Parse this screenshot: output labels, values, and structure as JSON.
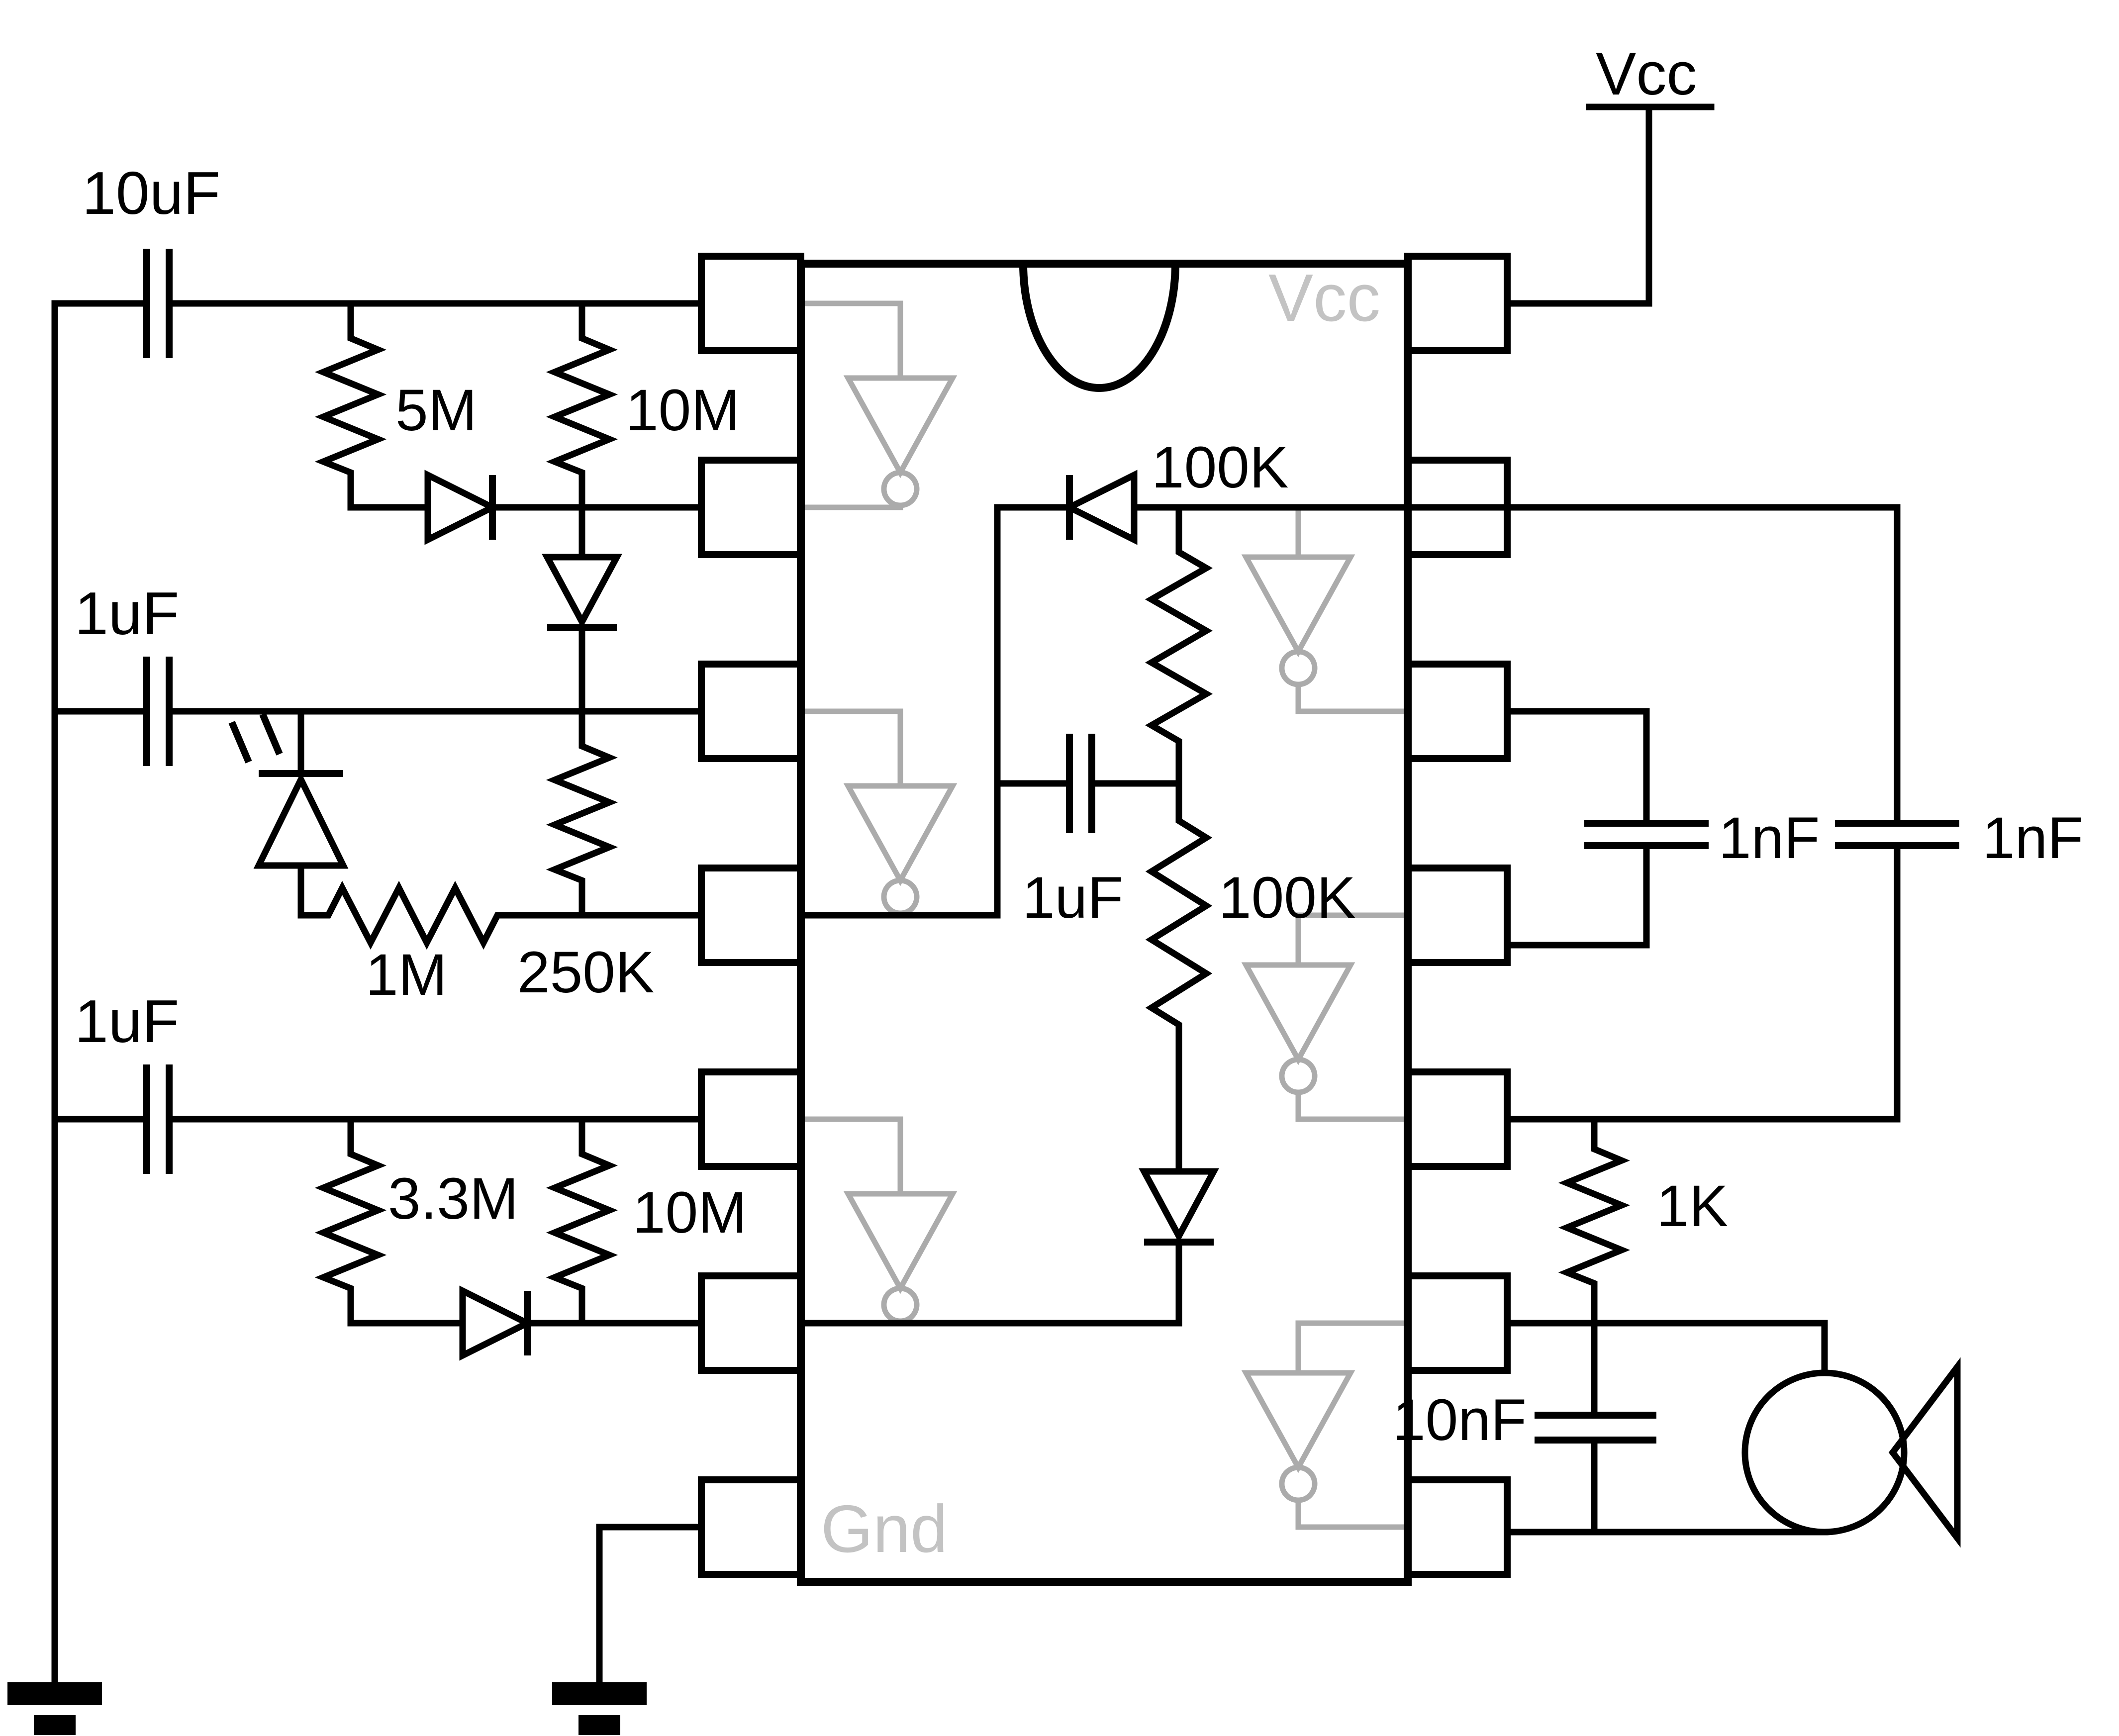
{
  "schematic": {
    "colors": {
      "background": "#ffffff",
      "wire": "#000000",
      "ic_internal": "#ababab",
      "ic_pin_label": "#c3c3c3"
    },
    "power": {
      "vcc_supply_label": "Vcc"
    },
    "ic": {
      "type": "hex-schmitt-inverter-dip14",
      "vcc_pin_label": "Vcc",
      "gnd_pin_label": "Gnd",
      "inverter_count": 6,
      "pin_count": 14
    },
    "labels": {
      "c1_cap": "10uF",
      "c2_cap": "1uF",
      "c3_cap": "1uF",
      "c4_cap": "1uF",
      "c5_cap": "1nF",
      "c6_cap": "1nF",
      "c7_cap": "10nF",
      "r_5m": "5M",
      "r_10m_top": "10M",
      "r_250k": "250K",
      "r_1m": "1M",
      "r_3m3": "3.3M",
      "r_10m_bottom": "10M",
      "r_100k_top": "100K",
      "r_100k_bottom": "100K",
      "r_1k": "1K",
      "vcc_supply": "Vcc",
      "ic_vcc": "Vcc",
      "ic_gnd": "Gnd"
    },
    "components": [
      {
        "id": "c1",
        "type": "capacitor",
        "value": "10uF"
      },
      {
        "id": "c2",
        "type": "capacitor",
        "value": "1uF"
      },
      {
        "id": "c3",
        "type": "capacitor",
        "value": "1uF"
      },
      {
        "id": "c4",
        "type": "capacitor",
        "value": "1uF"
      },
      {
        "id": "c5",
        "type": "capacitor",
        "value": "1nF"
      },
      {
        "id": "c6",
        "type": "capacitor",
        "value": "1nF"
      },
      {
        "id": "c7",
        "type": "capacitor",
        "value": "10nF"
      },
      {
        "id": "r1",
        "type": "resistor",
        "value": "5M"
      },
      {
        "id": "r2",
        "type": "resistor",
        "value": "10M"
      },
      {
        "id": "r3",
        "type": "resistor",
        "value": "250K"
      },
      {
        "id": "r4",
        "type": "resistor",
        "value": "1M"
      },
      {
        "id": "r5",
        "type": "resistor",
        "value": "3.3M"
      },
      {
        "id": "r6",
        "type": "resistor",
        "value": "10M"
      },
      {
        "id": "r7",
        "type": "resistor",
        "value": "100K"
      },
      {
        "id": "r8",
        "type": "resistor",
        "value": "100K"
      },
      {
        "id": "r9",
        "type": "resistor",
        "value": "1K"
      },
      {
        "id": "d1",
        "type": "diode",
        "value": ""
      },
      {
        "id": "d2",
        "type": "diode",
        "value": ""
      },
      {
        "id": "d3",
        "type": "diode",
        "value": ""
      },
      {
        "id": "d4",
        "type": "diode",
        "value": ""
      },
      {
        "id": "d5",
        "type": "diode",
        "value": ""
      },
      {
        "id": "led1",
        "type": "led",
        "value": ""
      },
      {
        "id": "spk1",
        "type": "speaker",
        "value": ""
      },
      {
        "id": "gnd1",
        "type": "ground",
        "value": ""
      },
      {
        "id": "gnd2",
        "type": "ground",
        "value": ""
      }
    ]
  }
}
